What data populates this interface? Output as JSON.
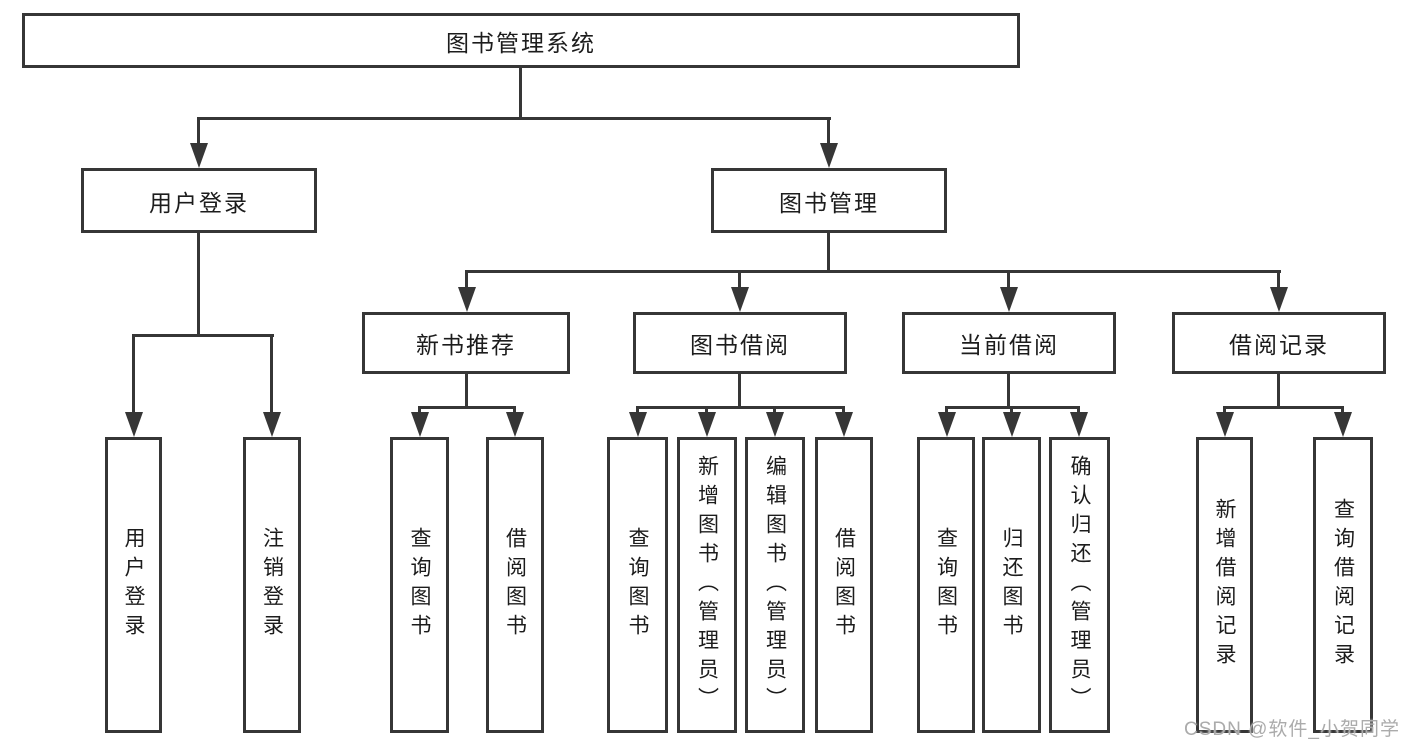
{
  "title": "图书管理系统",
  "nodes": {
    "user_login": "用户登录",
    "book_mgmt": "图书管理",
    "new_books": "新书推荐",
    "book_borrow": "图书借阅",
    "current_borrow": "当前借阅",
    "borrow_records": "借阅记录",
    "leaf_user_login": "用户登录",
    "leaf_logout": "注销登录",
    "leaf_nb_query": "查询图书",
    "leaf_nb_borrow": "借阅图书",
    "leaf_bb_query": "查询图书",
    "leaf_bb_add": "新增图书（管理员）",
    "leaf_bb_edit": "编辑图书（管理员）",
    "leaf_bb_borrow": "借阅图书",
    "leaf_cb_query": "查询图书",
    "leaf_cb_return": "归还图书",
    "leaf_cb_confirm": "确认归还（管理员）",
    "leaf_br_add": "新增借阅记录",
    "leaf_br_query": "查询借阅记录"
  },
  "watermark": "CSDN @软件_小贺同学",
  "colors": {
    "line": "#363636",
    "text": "#1c1c1c",
    "watermark": "#ababab",
    "background": "#ffffff"
  }
}
